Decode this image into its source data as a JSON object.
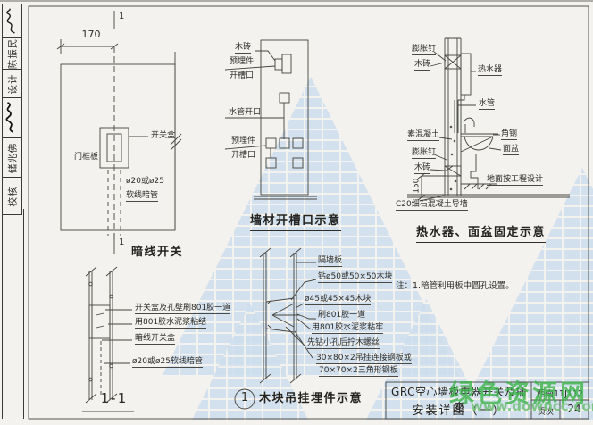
{
  "page": {
    "bg": "#f3f2ee",
    "line_color": "#45443e",
    "watermark_blue": "#cddded",
    "green": "#3fb54d"
  },
  "signature_strip": {
    "designer_role": "设计",
    "designer_name": "陈振民",
    "checker_role": "校核",
    "checker_name": "储兆佛"
  },
  "drawings": {
    "switch_plan": {
      "section_top": "1",
      "section_bottom": "1",
      "dim_width": "170",
      "switch_box": "开关盒",
      "door_frame_panel": "门框板",
      "conduit_size": "ø20或ø25",
      "conduit_type": "软线暗管",
      "title": "暗线开关"
    },
    "slot_layout": {
      "wood_brick": "木砖",
      "embed_top_1": "预埋件",
      "embed_top_2": "开槽口",
      "pipe_opening": "水管开口",
      "embed_mid_1": "预埋件",
      "embed_mid_2": "开槽口",
      "title": "墙材开槽口示意"
    },
    "heater_basin": {
      "expansion_nail_top": "膨胀钉",
      "wood_brick_top": "木砖",
      "water_heater": "热水器",
      "water_pipe": "水管",
      "plain_concrete": "素混凝土",
      "expansion_nail_bottom": "膨胀钉",
      "wood_brick_bottom": "木砖",
      "angle_steel": "角钢",
      "basin": "面盆",
      "floor_note": "地面按工程设计",
      "curb": "C20细石混凝土导墙",
      "dim_height": "150",
      "title": "热水器、面盆固定示意"
    },
    "section_1_1": {
      "label_box_glue": "开关盒及孔壁刷801胶一道",
      "label_mortar": "用801胶水泥浆粘结",
      "label_switch_box": "暗线开关盒",
      "label_conduit": "ø20或ø25软线暗管",
      "title": "1-1"
    },
    "hanging_block": {
      "number": "1",
      "partition_panel": "隔墙板",
      "drill_block": "钻ø50或50×50木块",
      "block_45": "ø45或45×45木块",
      "glue_coat": "刷801胶一道",
      "mortar_bond": "用801胶水泥浆粘牢",
      "pilot_hole": "先钻小孔后拧木螺丝",
      "steel_plate_1": "30×80×2吊挂连接钢板或",
      "steel_plate_2": "70×70×2三角形钢板",
      "title": "木块吊挂埋件示意"
    }
  },
  "note": {
    "text": "注：1.暗管利用板中圆孔设置。"
  },
  "title_block": {
    "title_line1": "GRC空心墙板电器开关及插座",
    "title_line2": "安装详图（一）",
    "atlas_no": "西南11J112",
    "page_label": "页次",
    "page_no": "24"
  },
  "watermark": {
    "site_name": "绿色资源网",
    "site_url": "www.downcc.com"
  }
}
